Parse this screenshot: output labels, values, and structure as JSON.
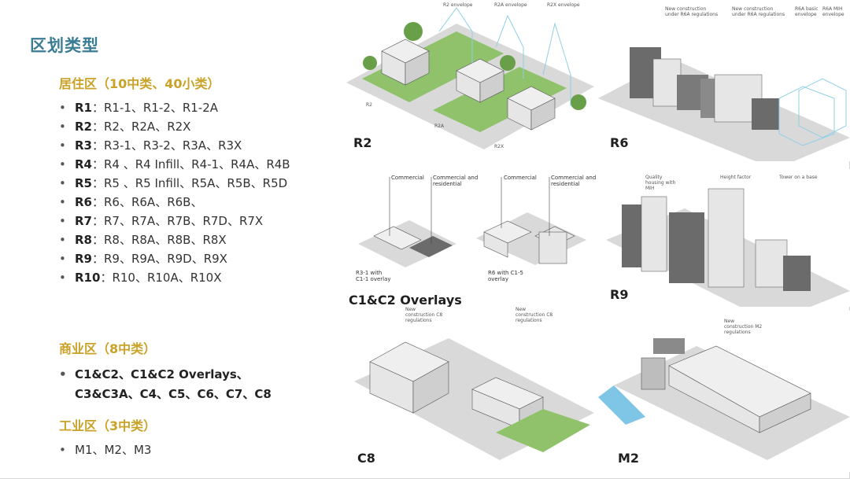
{
  "title": "区划类型",
  "residential": {
    "heading": "居住区（10中类、40小类）",
    "items": [
      {
        "code": "R1",
        "detail": "：R1-1、R1-2、R1-2A"
      },
      {
        "code": "R2",
        "detail": "：R2、R2A、R2X"
      },
      {
        "code": "R3",
        "detail": "：R3-1、R3-2、R3A、R3X"
      },
      {
        "code": "R4",
        "detail": "：R4 、R4 Infill、R4-1、R4A、R4B"
      },
      {
        "code": "R5",
        "detail": "：R5 、R5 Infill、R5A、R5B、R5D"
      },
      {
        "code": "R6",
        "detail": "：R6、R6A、R6B、"
      },
      {
        "code": "R7",
        "detail": "：R7、R7A、R7B、R7D、R7X"
      },
      {
        "code": "R8",
        "detail": "：R8、R8A、R8B、R8X"
      },
      {
        "code": "R9",
        "detail": "：R9、R9A、R9D、R9X"
      },
      {
        "code": "R10",
        "detail": "：R10、R10A、R10X"
      }
    ]
  },
  "commercial": {
    "heading": "商业区（8中类）",
    "items": [
      "C1&C2、C1&C2 Overlays、C3&C3A、C4、C5、C6、C7、C8"
    ]
  },
  "industrial": {
    "heading": "工业区（3中类）",
    "items": [
      "M1、M2、M3"
    ]
  },
  "panels": {
    "r2": {
      "label": "R2",
      "notes": [
        "R2 envelope",
        "R2A envelope",
        "R2X envelope"
      ],
      "tags": [
        "R2",
        "R2A",
        "R2X"
      ]
    },
    "r6": {
      "label": "R6",
      "notes": [
        "New construction under R6A regulations",
        "New construction under R6A regulations",
        "R6A basic envelope",
        "R6A MIH envelope"
      ]
    },
    "c1c2": {
      "label": "C1&C2 Overlays",
      "notes": [
        "Commercial",
        "Commercial and residential",
        "Commercial",
        "Commercial and residential"
      ],
      "captions": [
        "R3-1 with C1-1 overlay",
        "R6 with C1-5 overlay"
      ]
    },
    "r9": {
      "label": "R9",
      "notes": [
        "Quality housing with MIH",
        "Height factor",
        "Tower on a base"
      ]
    },
    "c8": {
      "label": "C8",
      "notes": [
        "New construction C8 regulations",
        "New construction C8 regulations"
      ]
    },
    "m2": {
      "label": "M2",
      "notes": [
        "New construction M2 regulations"
      ]
    }
  },
  "colors": {
    "title": "#3a7c94",
    "heading": "#c9a227",
    "grass": "#8fc26a",
    "building": "#e6e6e6",
    "building_dark": "#6b6b6b",
    "water": "#7fc6e6"
  }
}
